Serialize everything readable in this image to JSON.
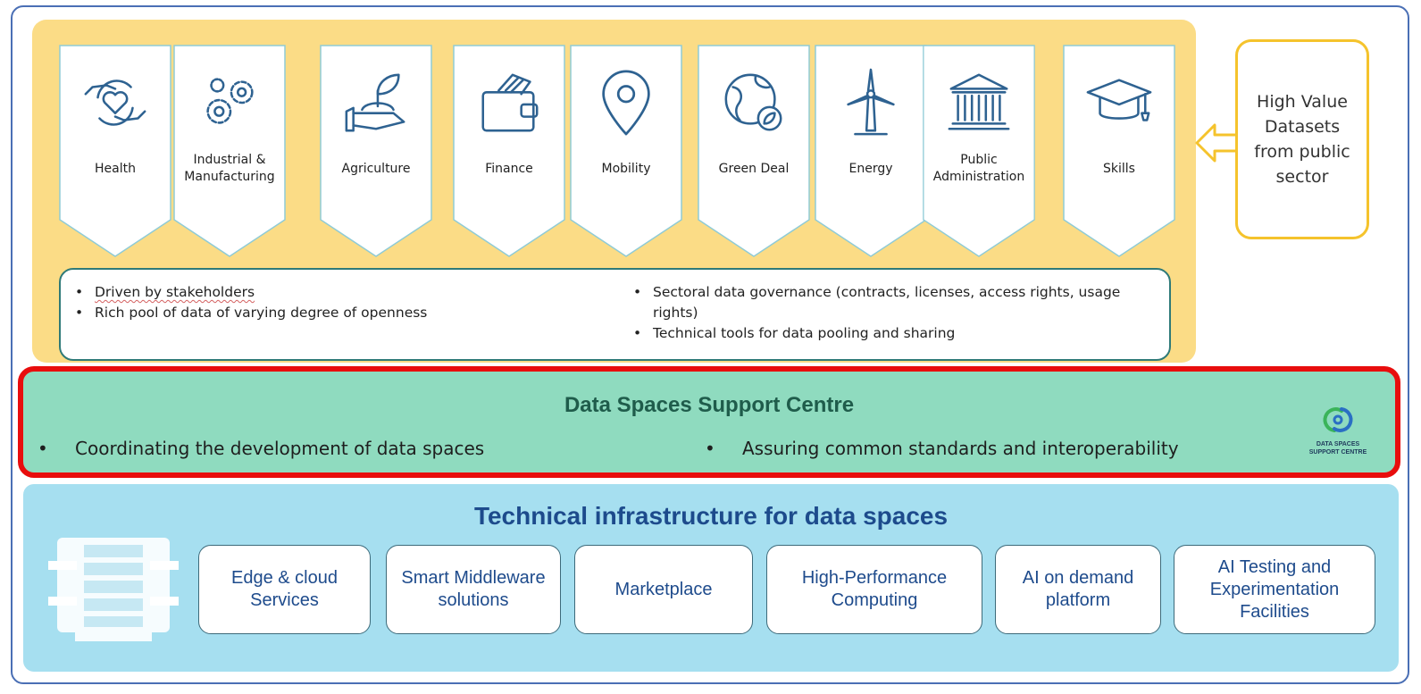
{
  "sectors": [
    {
      "label": "Health",
      "icon": "heart-hands-icon"
    },
    {
      "label": "Industrial & Manufacturing",
      "icon": "gears-icon"
    },
    {
      "label": "Agriculture",
      "icon": "seedling-hand-icon"
    },
    {
      "label": "Finance",
      "icon": "wallet-icon"
    },
    {
      "label": "Mobility",
      "icon": "map-pin-icon"
    },
    {
      "label": "Green Deal",
      "icon": "globe-leaf-icon"
    },
    {
      "label": "Energy",
      "icon": "wind-turbine-icon"
    },
    {
      "label": "Public Administration",
      "icon": "government-building-icon"
    },
    {
      "label": "Skills",
      "icon": "graduation-cap-icon"
    }
  ],
  "high_value": {
    "text": "High Value Datasets from public sector"
  },
  "sector_features": {
    "left": [
      {
        "text": "Driven by stakeholders"
      },
      {
        "text": "Rich pool of data of varying degree of openness"
      }
    ],
    "right": [
      {
        "text": "Sectoral data governance (contracts, licenses, access rights, usage rights)"
      },
      {
        "text": "Technical tools for data pooling and sharing"
      }
    ]
  },
  "support_centre": {
    "title": "Data Spaces Support Centre",
    "bullets": [
      {
        "text": "Coordinating the development of data spaces"
      },
      {
        "text": "Assuring common standards and interoperability"
      }
    ],
    "logo_text": {
      "line1": "DATA SPACES",
      "line2": "SUPPORT CENTRE"
    }
  },
  "infrastructure": {
    "title": "Technical infrastructure for data spaces",
    "items": [
      {
        "label": "Edge & cloud Services"
      },
      {
        "label": "Smart Middleware solutions"
      },
      {
        "label": "Marketplace"
      },
      {
        "label": "High-Performance Computing"
      },
      {
        "label": "AI on demand platform"
      },
      {
        "label": "AI Testing and Experimentation Facilities"
      }
    ]
  },
  "colors": {
    "sector_band": "#fbdc86",
    "icon_stroke": "#2e6291",
    "support_centre_fill": "#8fdbbf",
    "highlight_border": "#e80d0d",
    "infra_fill": "#a6dff0",
    "title_blue": "#1d4b8c"
  }
}
